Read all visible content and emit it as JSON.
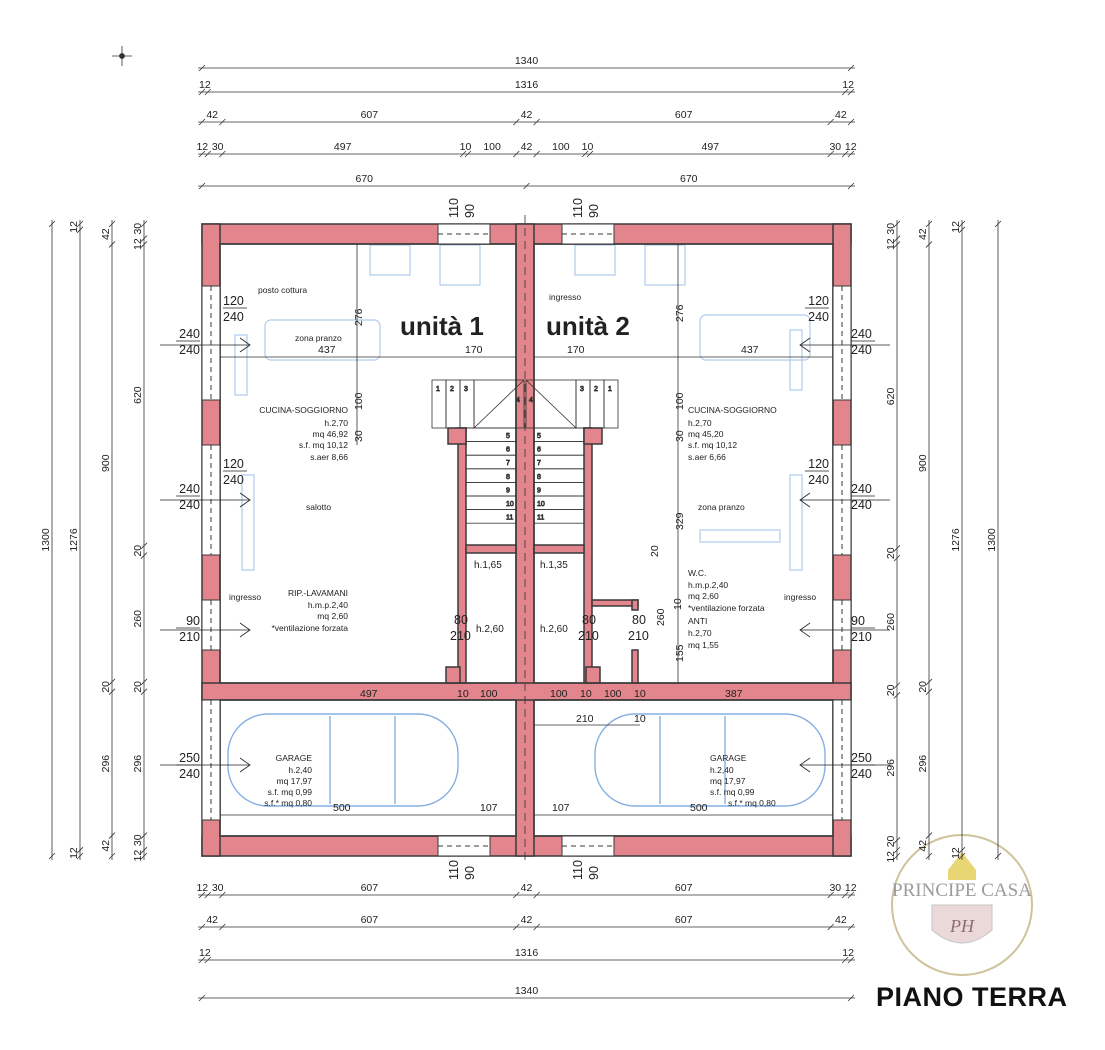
{
  "title": "PIANO TERRA",
  "watermark": {
    "brand": "PRINCIPE CASA",
    "monogram": "PH"
  },
  "colors": {
    "wall": "#e2858c",
    "wall_stroke": "#3a3a3a",
    "furniture": "#6a9fdc",
    "dimension": "#333333"
  },
  "dimensions": {
    "top": [
      [
        "1340"
      ],
      [
        "12",
        "1316",
        "12"
      ],
      [
        "42",
        "607",
        "42",
        "607",
        "42"
      ],
      [
        "12",
        "30",
        "497",
        "10",
        "100",
        "42",
        "100",
        "10",
        "497",
        "30",
        "12"
      ],
      [
        "670",
        "670"
      ]
    ],
    "bottom": [
      [
        "12",
        "30",
        "607",
        "42",
        "607",
        "30",
        "12"
      ],
      [
        "42",
        "607",
        "42",
        "607",
        "42"
      ],
      [
        "12",
        "1316",
        "12"
      ],
      [
        "1340"
      ]
    ],
    "left": [
      [
        "1300"
      ],
      [
        "12",
        "1276",
        "12"
      ],
      [
        "42",
        "900",
        "20",
        "296",
        "42"
      ],
      [
        "30",
        "12",
        "620",
        "20",
        "260",
        "20",
        "296",
        "30",
        "12"
      ]
    ],
    "right": [
      [
        "30",
        "12",
        "620",
        "20",
        "260",
        "20",
        "296",
        "20",
        "12"
      ],
      [
        "42",
        "900",
        "20",
        "296",
        "42"
      ],
      [
        "12",
        "1276",
        "12"
      ],
      [
        "1300"
      ]
    ]
  },
  "openings": {
    "top": [
      "110",
      "90"
    ],
    "bottom": [
      "110",
      "90"
    ],
    "window_120": [
      "120",
      "240"
    ],
    "window_240": [
      "240",
      "240"
    ],
    "door_90": [
      "90",
      "210"
    ],
    "garage_door": [
      "250",
      "240"
    ],
    "inner_door": [
      "80",
      "210"
    ]
  },
  "unit1": {
    "name": "unità 1",
    "posto_cottura": "posto cottura",
    "zona_pranzo": "zona pranzo",
    "cucina": [
      "CUCINA-SOGGIORNO",
      "h.2,70",
      "mq 46,92",
      "s.f. mq 10,12",
      "s.aer 8,66"
    ],
    "salotto": "salotto",
    "ingresso": "ingresso",
    "rip": [
      "RIP.-LAVAMANI",
      "h.m.p.2,40",
      "mq 2,60",
      "*ventilazione forzata"
    ],
    "h_stair": "h.1,65",
    "h_store": "h.2,60",
    "inner_dims": {
      "d437": "437",
      "d170": "170",
      "d276": "276",
      "d100": "100",
      "d30": "30"
    },
    "garage": [
      "GARAGE",
      "h.2,40",
      "mq 17,97",
      "s.f. mq 0,99",
      "s.f.* mq 0,80"
    ],
    "garage_dims": {
      "d497": "497",
      "d10": "10",
      "d100": "100",
      "d500": "500",
      "d107": "107"
    }
  },
  "unit2": {
    "name": "unità 2",
    "ingresso_top": "ingresso",
    "zona_pranzo": "zona pranzo",
    "cucina": [
      "CUCINA-SOGGIORNO",
      "h.2,70",
      "mq 45,20",
      "s.f. mq 10,12",
      "s.aer 6,66"
    ],
    "wc": [
      "W.C.",
      "h.m.p.2,40",
      "mq 2,60",
      "*ventilazione forzata",
      "ANTI",
      "h.2,70",
      "mq 1,55"
    ],
    "ingresso": "ingresso",
    "h_stair": "h.1,35",
    "h_store": "h.2,60",
    "inner_dims": {
      "d170": "170",
      "d437": "437",
      "d276": "276",
      "d100": "100",
      "d30": "30",
      "d329": "329",
      "d20": "20",
      "d260": "260",
      "d10": "10",
      "d155": "155"
    },
    "garage": [
      "GARAGE",
      "h.2,40",
      "mq 17,97",
      "s.f. mq 0,99",
      "s.f.* mq 0,80"
    ],
    "garage_dims": {
      "a100": "100",
      "a10": "10",
      "b100": "100",
      "b10": "10",
      "d387": "387",
      "d210": "210",
      "c10": "10",
      "d107": "107",
      "d500": "500"
    }
  },
  "stairs": [
    "1",
    "2",
    "3",
    "4",
    "5",
    "6",
    "7",
    "8",
    "9",
    "10",
    "11"
  ]
}
